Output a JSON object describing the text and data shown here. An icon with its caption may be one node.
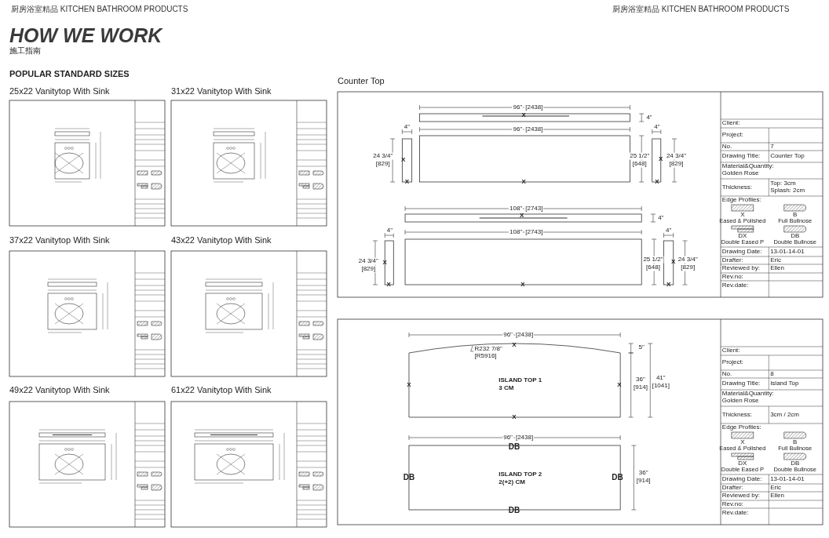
{
  "diagram": {
    "title": "HOW WE WORK",
    "labels": [
      "厨房浴室精品 KITCHEN BATHROOM PRODUCTS",
      "厨房浴室精品 KITCHEN BATHROOM PRODUCTS",
      "施工指南",
      "POPULAR STANDARD SIZES",
      "25x22 Vanitytop With Sink",
      "31x22 Vanitytop With Sink",
      "37x22 Vanitytop With Sink",
      "43x22 Vanitytop With Sink",
      "49x22 Vanitytop With Sink",
      "61x22 Vanitytop With Sink",
      "Counter Top",
      "96\"",
      "[2438]",
      "X",
      "4\"",
      "96\"",
      "[2438]",
      "4\"",
      "24 3/4\"",
      "[829]",
      "X",
      "X",
      "X",
      "25 1/2\"",
      "[648]",
      "4\"",
      "X",
      "24 3/4\"",
      "[829]",
      "X",
      "108\"",
      "[2743]",
      "X",
      "4\"",
      "108\"",
      "[2743]",
      "4\"",
      "24 3/4\"",
      "[829]",
      "X",
      "X",
      "X",
      "25 1/2\"",
      "[648]",
      "4\"",
      "X",
      "24 3/4\"",
      "[829]",
      "X",
      "Client:",
      "Project:",
      "No.",
      "7",
      "Drawing Title:",
      "Counter Top",
      "Material&Quantity:",
      "Golden Rose",
      "Thickness:",
      "Top: 3cm Splash: 2cm",
      "Edge Profiles:",
      "X",
      "Eased & Polished",
      "B",
      "Full Bullnose",
      "DX",
      "Double Eased P",
      "DB",
      "Double Bullnose",
      "Drawing Date:",
      "13-01-14-01",
      "Drafter:",
      "Eric",
      "Reviewed by:",
      "Ellen",
      "Rev.no:",
      "Rev.date:",
      "96\"",
      "[2438]",
      "X",
      "R232 7/8\"",
      "[R5916]",
      "5\"",
      "41\"",
      "[1041]",
      "ISLAND TOP 1",
      "3 CM",
      "X",
      "X",
      "36\"",
      "[914]",
      "X",
      "96\"",
      "[2438]",
      "DB",
      "DB",
      "ISLAND TOP 2",
      "2(+2) CM",
      "DB",
      "36\"",
      "[914]",
      "DB",
      "Client:",
      "Project:",
      "No.",
      "8",
      "Drawing Title:",
      "Island Top",
      "Material&Quantity:",
      "Golden Rose",
      "Thickness:",
      "3cm / 2cm",
      "Edge Profiles:",
      "X",
      "Eased & Polished",
      "B",
      "Full Bullnose",
      "DX",
      "Double Eased P",
      "DB",
      "Double Bullnose",
      "Drawing Date:",
      "13-01-14-01",
      "Drafter:",
      "Eric",
      "Reviewed by:",
      "Ellen",
      "Rev.no:",
      "Rev.date:"
    ]
  }
}
